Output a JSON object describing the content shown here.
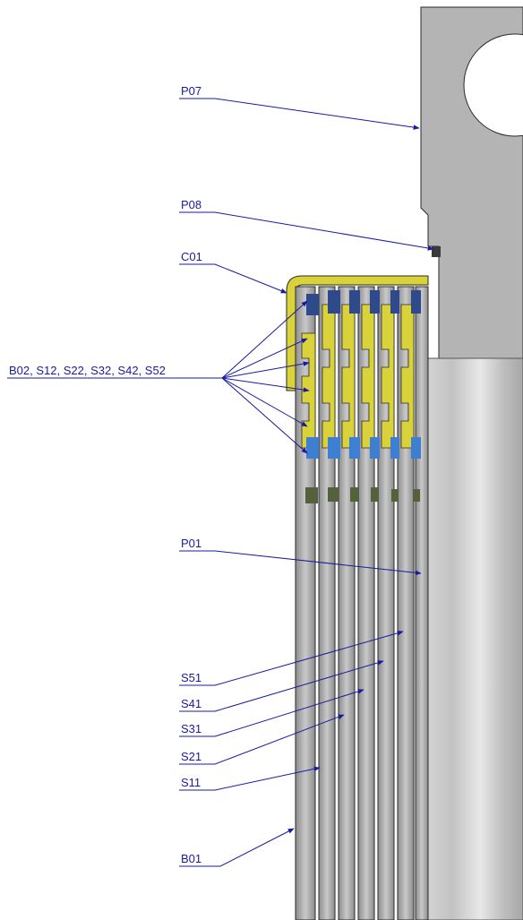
{
  "colors": {
    "leader": "#1a1aa0",
    "label": "#1a1aa0",
    "steel_light": "#cfcfcf",
    "steel_mid": "#a8a8a8",
    "steel_dark": "#7a7a7a",
    "seal_yellow": "#d9d23a",
    "seal_blue": "#3f7fd1",
    "seal_dark": "#2f4a8a",
    "olive": "#55603f",
    "outline": "#2a2a2a"
  },
  "callouts": {
    "p07": "P07",
    "p08": "P08",
    "c01": "C01",
    "stack": "B02, S12, S22, S32, S42, S52",
    "p01": "P01",
    "s51": "S51",
    "s41": "S41",
    "s31": "S31",
    "s21": "S21",
    "s11": "S11",
    "b01": "B01"
  }
}
